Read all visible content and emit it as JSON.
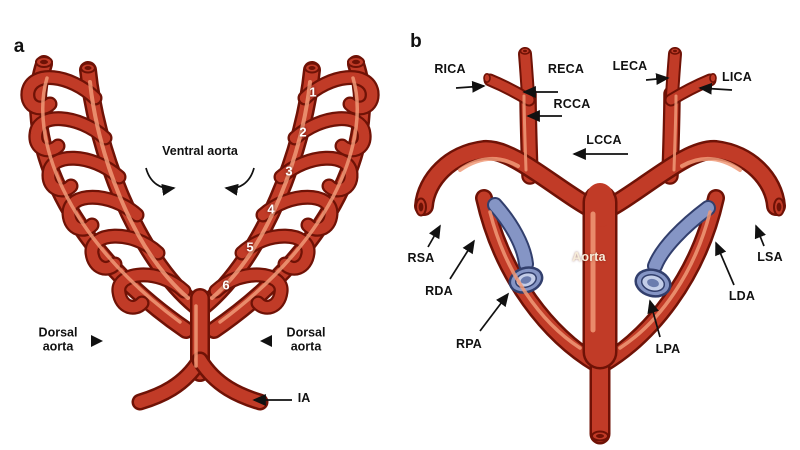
{
  "figure": {
    "panel_a": {
      "letter": "a",
      "ventral_aorta": "Ventral aorta",
      "dorsal_aorta_left": "Dorsal aorta",
      "dorsal_aorta_right": "Dorsal aorta",
      "ia": "IA",
      "arch_numbers": [
        "1",
        "2",
        "3",
        "4",
        "5",
        "6"
      ]
    },
    "panel_b": {
      "letter": "b",
      "top_labels": {
        "rica": "RICA",
        "reca": "RECA",
        "rcca": "RCCA",
        "leca": "LECA",
        "lica": "LICA",
        "lcca": "LCCA"
      },
      "side_labels": {
        "rsa": "RSA",
        "rda": "RDA",
        "rpa": "RPA",
        "aorta": "Aorta",
        "lsa": "LSA",
        "lda": "LDA",
        "lpa": "LPA"
      }
    },
    "colors": {
      "vessel_red": "#c13b27",
      "vessel_outline": "#6f1206",
      "vessel_highlight": "#f09a78",
      "vessel_blue": "#8595c5",
      "vessel_blue_dark": "#323f6d",
      "label_color": "#111111"
    }
  }
}
